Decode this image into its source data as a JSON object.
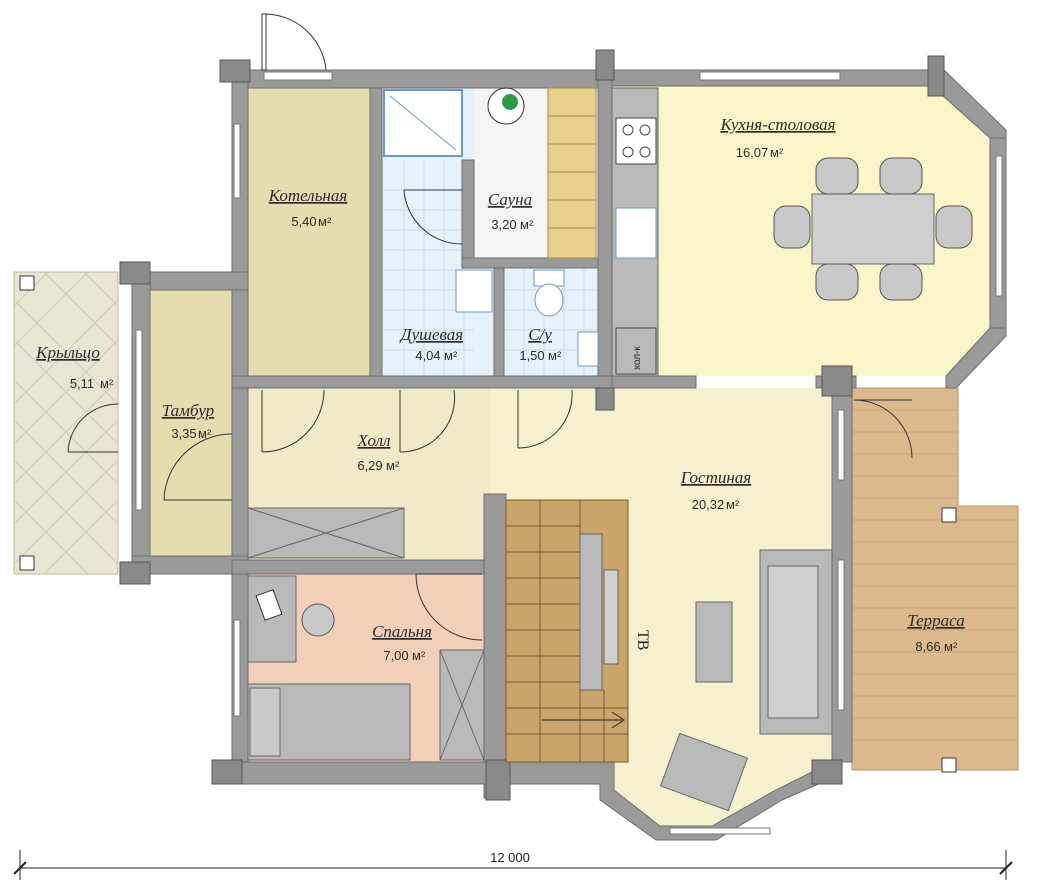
{
  "rooms": [
    {
      "name": "Крыльцо",
      "area": "5,11",
      "unit": "м²",
      "fill": "#e8e5d4"
    },
    {
      "name": "Тамбур",
      "area": "3,35",
      "unit": "м²",
      "fill": "#e4ddb0"
    },
    {
      "name": "Котельная",
      "area": "5,40",
      "unit": "м²",
      "fill": "#e4ddb0"
    },
    {
      "name": "Сауна",
      "area": "3,20",
      "unit": "м²",
      "fill": "#f4f4f4"
    },
    {
      "name": "Душевая",
      "area": "4,04",
      "unit": "м²",
      "fill": "#e6f2fb"
    },
    {
      "name": "С/у",
      "area": "1,50",
      "unit": "м²",
      "fill": "#e6f2fb"
    },
    {
      "name": "Кухня-столовая",
      "area": "16,07",
      "unit": "м²",
      "fill": "#fbf6c9"
    },
    {
      "name": "Холл",
      "area": "6,29",
      "unit": "м²",
      "fill": "#efebc8"
    },
    {
      "name": "Гостиная",
      "area": "20,32",
      "unit": "м²",
      "fill": "#f5f1cf"
    },
    {
      "name": "Спальня",
      "area": "7,00",
      "unit": "м²",
      "fill": "#f2cfb9"
    },
    {
      "name": "Терраса",
      "area": "8,66",
      "unit": "м²",
      "fill": "#dcb98c"
    }
  ],
  "dimension": {
    "label": "12 000"
  },
  "labels": {
    "tv": "ТВ",
    "fridge": "хол-к"
  },
  "colors": {
    "wall": "#9a9a9a",
    "stair": "#c9a46b",
    "sauna_bench": "#e8cf8a"
  }
}
